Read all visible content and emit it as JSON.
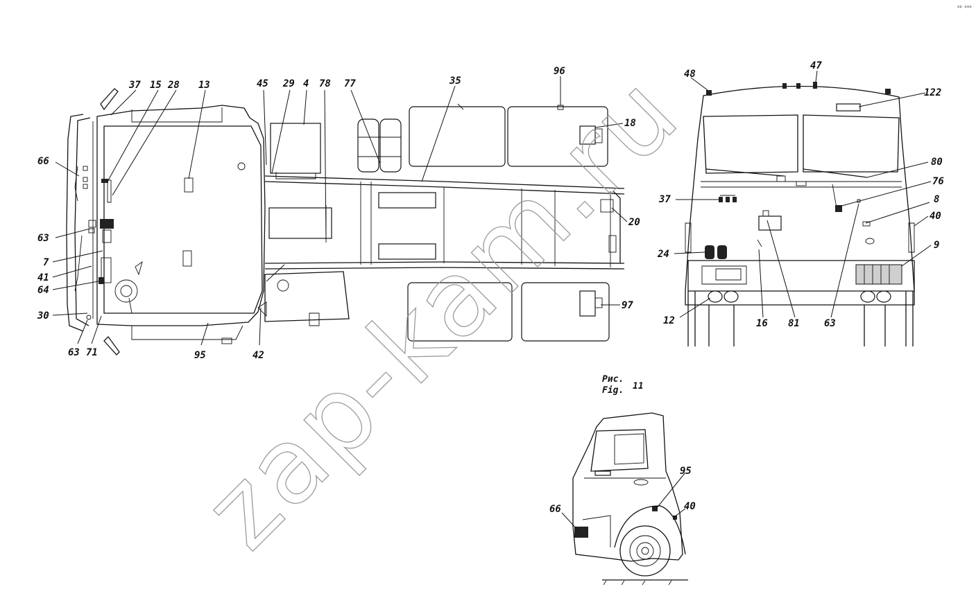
{
  "figure": {
    "caption_ru": "Рис.",
    "caption_en": "Fig.",
    "number": "11",
    "watermark": "zap-kam.ru",
    "corner_mark": "ᵃᵖ ᵃᵃᵃ"
  },
  "callouts": {
    "plan": [
      "37",
      "15",
      "28",
      "13",
      "45",
      "29",
      "4",
      "78",
      "77",
      "35",
      "96",
      "18",
      "66",
      "63",
      "7",
      "41",
      "64",
      "30",
      "63",
      "71",
      "95",
      "42",
      "20",
      "97"
    ],
    "front": [
      "48",
      "47",
      "122",
      "80",
      "37",
      "76",
      "8",
      "40",
      "9",
      "24",
      "12",
      "16",
      "81",
      "63"
    ],
    "side": [
      "95",
      "40",
      "66"
    ]
  },
  "colors": {
    "line": "#111111",
    "watermark": "#9a9a9a",
    "background": "#ffffff"
  }
}
